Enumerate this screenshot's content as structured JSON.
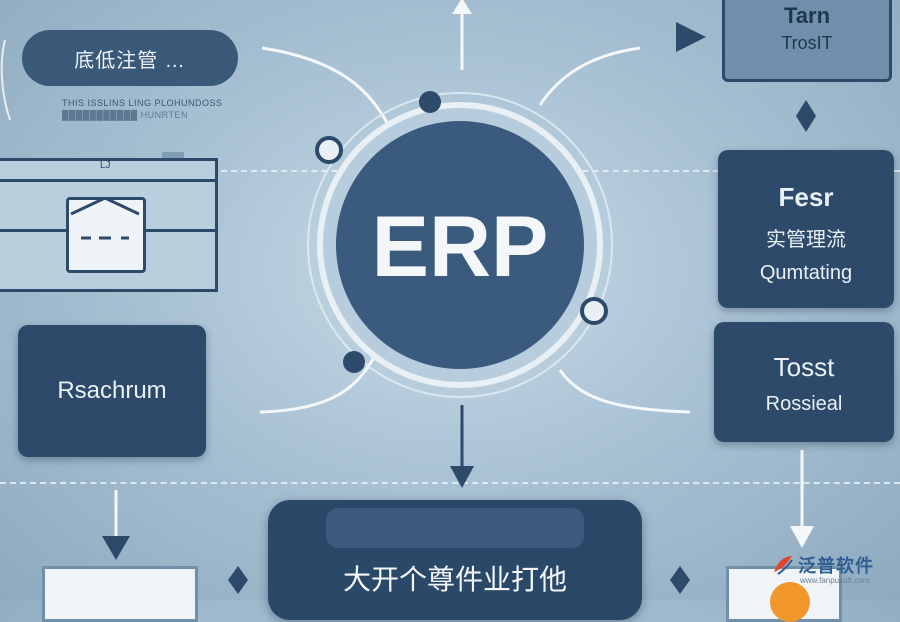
{
  "diagram": {
    "center": {
      "label": "ERP"
    },
    "top_left_pill": {
      "label": "底低注管 …"
    },
    "caption_line1": "THIS ISSLINS LING PLOHUNDOSS",
    "caption_line2": "███████████ HUNRTEN",
    "panel_tab": "LJ",
    "left_box": {
      "label": "Rsachrum"
    },
    "top_right_box": {
      "line1": "Tarn",
      "line2": "TrosIT"
    },
    "right_box1": {
      "line1": "Fesr",
      "line2": "实管理流",
      "line3": "Qumtating"
    },
    "right_box2": {
      "line1": "Tosst",
      "line2": "Rossieal"
    },
    "bottom_box": {
      "label": "大开个尊件业打他"
    },
    "watermark": {
      "text": "泛普软件",
      "url": "www.fanpusoft.com"
    }
  },
  "colors": {
    "dark_navy": "#2d4a6a",
    "center_circle": "#3a5a7e",
    "background": "#a9c2d4",
    "accent_orange": "#f0962a"
  }
}
